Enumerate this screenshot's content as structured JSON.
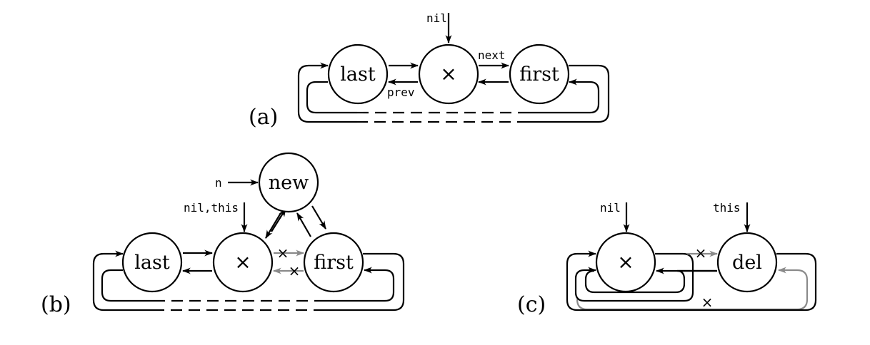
{
  "panels": {
    "a": {
      "label": "(a)",
      "nodes": {
        "last": "last",
        "sentinel": "×",
        "first": "first"
      },
      "pointer": "nil",
      "edge_labels": {
        "next": "next",
        "prev": "prev"
      }
    },
    "b": {
      "label": "(b)",
      "nodes": {
        "new": "new",
        "last": "last",
        "sentinel": "×",
        "first": "first"
      },
      "pointers": {
        "n": "n",
        "nil_this": "nil,this"
      },
      "removed_marks": [
        "×",
        "×"
      ]
    },
    "c": {
      "label": "(c)",
      "nodes": {
        "sentinel": "×",
        "del": "del"
      },
      "pointers": {
        "nil": "nil",
        "this": "this"
      },
      "removed_marks": [
        "×",
        "×"
      ]
    }
  },
  "colors": {
    "line": "#000000",
    "removed_link": "#8a8a8a"
  }
}
